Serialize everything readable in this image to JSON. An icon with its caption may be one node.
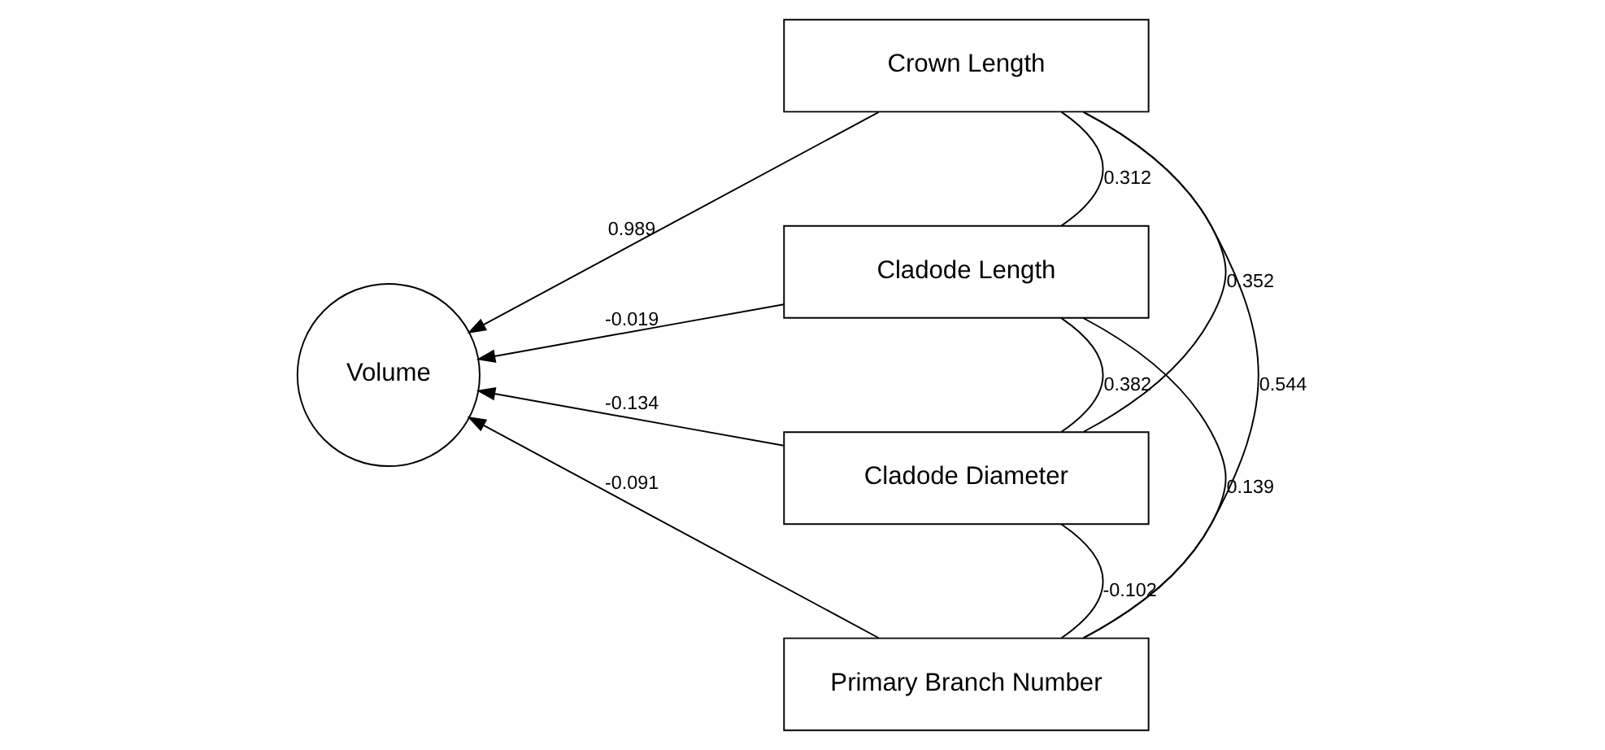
{
  "diagram": {
    "nodes": [
      {
        "text": [
          "Volume"
        ]
      },
      {
        "text": [
          "Crown Length"
        ]
      },
      {
        "text": [
          "Cladode Length"
        ]
      },
      {
        "text": [
          "Cladode Diameter"
        ]
      },
      {
        "text": [
          "Primary Branch Number"
        ]
      }
    ],
    "edges": [
      {
        "from": 1,
        "to": 0,
        "arrow": "to",
        "label": "0.989"
      },
      {
        "from": 2,
        "to": 0,
        "arrow": "to",
        "label": "-0.019"
      },
      {
        "from": 3,
        "to": 0,
        "arrow": "to",
        "label": "-0.134"
      },
      {
        "from": 4,
        "to": 0,
        "arrow": "to",
        "label": "-0.091"
      },
      {
        "from": 1,
        "to": 2,
        "arrow": "none",
        "label": "0.312"
      },
      {
        "from": 1,
        "to": 3,
        "arrow": "none",
        "label": "0.352"
      },
      {
        "from": 1,
        "to": 4,
        "arrow": "none",
        "label": "0.544"
      },
      {
        "from": 2,
        "to": 3,
        "arrow": "none",
        "label": "0.382"
      },
      {
        "from": 2,
        "to": 4,
        "arrow": "none",
        "label": "0.139"
      },
      {
        "from": 3,
        "to": 4,
        "arrow": "none",
        "label": "-0.102"
      }
    ]
  }
}
